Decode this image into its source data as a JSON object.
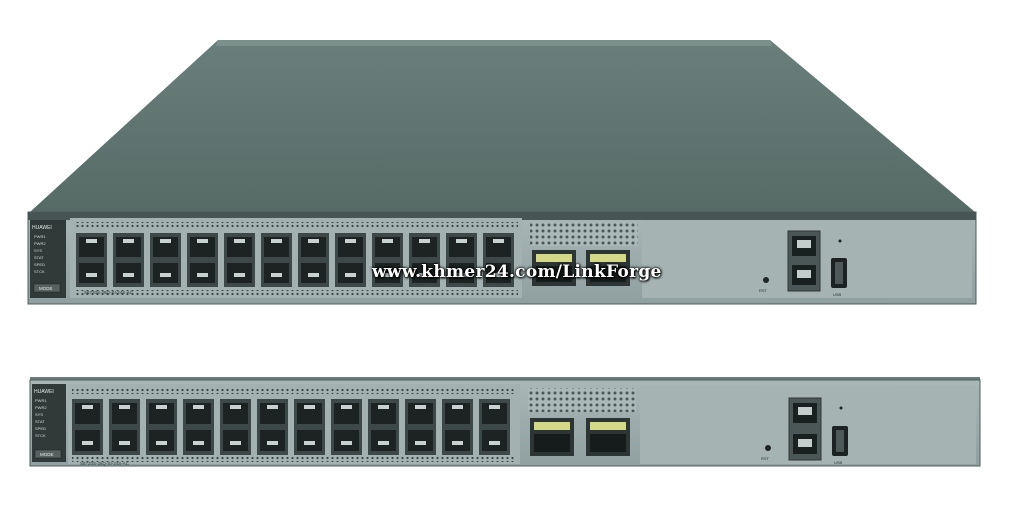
{
  "image": {
    "description_tag": "network-switch-product-photo",
    "watermark": "www.khmer24.com/LinkForge",
    "colors": {
      "chassis_top": "#5f7470",
      "front_panel": "#9eadad",
      "port_cage": "#3d4948",
      "port_dark": "#1c2322",
      "background": "#ffffff"
    }
  },
  "units": [
    {
      "brand": "HUAWEI",
      "model": "S6720S-26Q-SI-24S-AC",
      "status_labels": [
        "PWR1",
        "PWR2",
        "SYS",
        "STAT",
        "SPED",
        "STCK"
      ],
      "mode_label": "MODE",
      "sfp_port_pairs": 12,
      "qsfp_ports": 2,
      "rj45_ports": 2,
      "reset_label": "RST",
      "usb_label": "USB"
    },
    {
      "brand": "HUAWEI",
      "model": "S6720S-26Q-SI-24S-AC",
      "status_labels": [
        "PWR1",
        "PWR2",
        "SYS",
        "STAT",
        "SPED",
        "STCK"
      ],
      "mode_label": "MODE",
      "sfp_port_pairs": 12,
      "qsfp_ports": 2,
      "rj45_ports": 2,
      "reset_label": "RST",
      "usb_label": "USB"
    }
  ]
}
